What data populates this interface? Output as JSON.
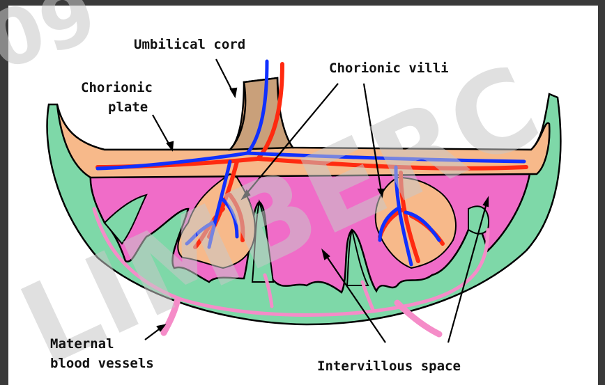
{
  "labels": {
    "umbilical_cord": "Umbilical cord",
    "chorionic_villi": "Chorionic villi",
    "chorionic_plate_line1": "Chorionic",
    "chorionic_plate_line2": "plate",
    "maternal_line1": "Maternal",
    "maternal_line2": "blood vessels",
    "intervillous_space": "Intervillous space"
  },
  "watermark": {
    "text_left": "09",
    "text_main": "LIMBERC"
  },
  "colors": {
    "decidua": "#7ed8a8",
    "intervillous": "#f06cc8",
    "chorion": "#f7b98a",
    "cord": "#c9a07a",
    "artery": "#ff2a10",
    "vein": "#1030ff",
    "maternal_vessel": "#f58cc8",
    "outline": "#000000"
  }
}
